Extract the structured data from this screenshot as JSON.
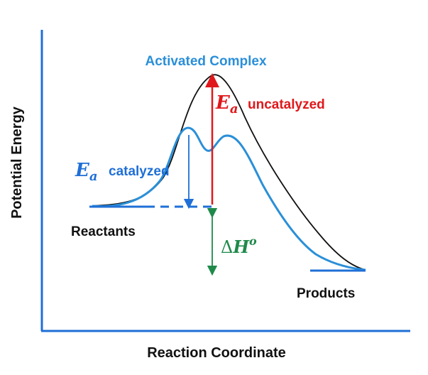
{
  "axes": {
    "x_label": "Reaction Coordinate",
    "y_label": "Potential Energy"
  },
  "labels": {
    "activated_complex": "Activated Complex",
    "ea_symbol": "E",
    "ea_subscript": "a",
    "uncatalyzed": "uncatalyzed",
    "catalyzed": "catalyzed",
    "delta_h_delta": "Δ",
    "delta_h_symbol": "H",
    "delta_h_superscript": "o",
    "reactants": "Reactants",
    "products": "Products"
  },
  "colors": {
    "axis": "#1f6fd6",
    "uncatalyzed_curve": "#111111",
    "catalyzed_curve": "#2a8fd8",
    "activated_complex_text": "#2a8fd8",
    "uncatalyzed_ea": "#e0181b",
    "catalyzed_ea": "#1f6fd6",
    "catalyzed_text": "#1f6fd6",
    "delta_h": "#1e8a4a",
    "level_line": "#1f6fd6"
  }
}
